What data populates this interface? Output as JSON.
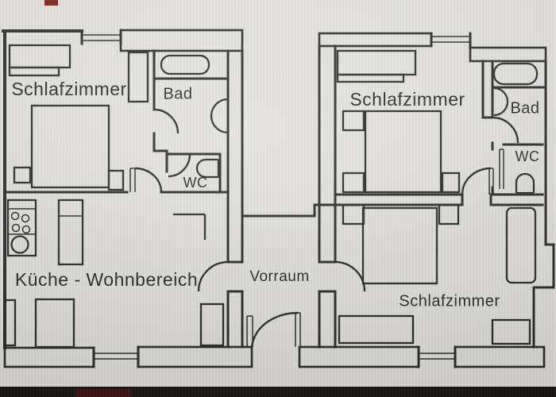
{
  "colors": {
    "background": "#e8e6e2",
    "line": "#242424",
    "label": "#222222",
    "photo_bar": "#151310",
    "photo_mark": "#7c1a10"
  },
  "floorplan": {
    "type": "apartment-floor-plan",
    "rooms": [
      {
        "id": "schlafzimmer-left",
        "label": "Schlafzimmer"
      },
      {
        "id": "bad-left",
        "label": "Bad"
      },
      {
        "id": "wc-left",
        "label": "WC"
      },
      {
        "id": "schlafzimmer-right-top",
        "label": "Schlafzimmer"
      },
      {
        "id": "bad-right",
        "label": "Bad"
      },
      {
        "id": "wc-right",
        "label": "WC"
      },
      {
        "id": "kueche-wohnbereich",
        "label": "Küche - Wohnbereich"
      },
      {
        "id": "vorraum",
        "label": "Vorraum"
      },
      {
        "id": "schlafzimmer-right-bottom",
        "label": "Schlafzimmer"
      }
    ],
    "fixtures": [
      "bathtub-left",
      "sink-left",
      "toilet-left",
      "stove-4-burners",
      "kitchen-sink",
      "fridge-cabinet",
      "bed-left",
      "wardrobe-left",
      "sofa-left",
      "radiator",
      "bathtub-right",
      "sink-right",
      "toilet-right",
      "bed-right-top",
      "bed-right-bottom",
      "wardrobe-right-top",
      "wardrobe-right-bottom",
      "dresser",
      "nightstands",
      "entrance-door",
      "interior-doors",
      "windows"
    ]
  }
}
